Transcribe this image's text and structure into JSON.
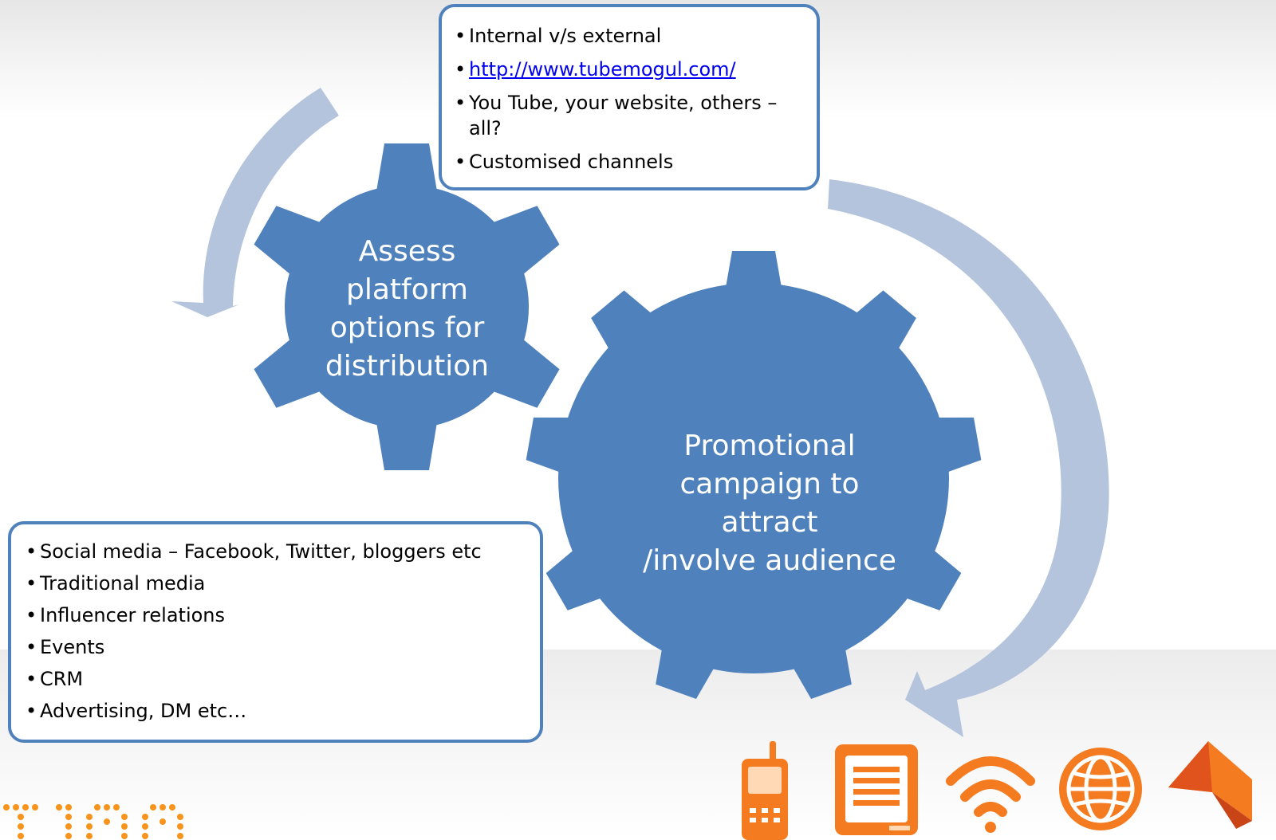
{
  "colors": {
    "gear": "#4f81bd",
    "arrow": "#b4c4dd",
    "callout_border": "#4f81bd",
    "icon_orange": "#f47b20",
    "logo_orange": "#f7941d"
  },
  "gears": {
    "small": {
      "lines": [
        "Assess",
        "platform",
        "options for",
        "distribution"
      ]
    },
    "large": {
      "lines": [
        "Promotional",
        "campaign to attract",
        "/involve audience"
      ]
    }
  },
  "callouts": {
    "top": {
      "items": [
        {
          "text": "Internal v/s external"
        },
        {
          "text": "http://www.tubemogul.com/",
          "link": true
        },
        {
          "text": "You Tube, your website, others – all?"
        },
        {
          "text": "Customised channels"
        }
      ]
    },
    "bottom": {
      "items": [
        {
          "text": "Social media – Facebook, Twitter, bloggers etc"
        },
        {
          "text": "Traditional media"
        },
        {
          "text": "Influencer relations"
        },
        {
          "text": "Events"
        },
        {
          "text": "CRM"
        },
        {
          "text": "Advertising, DM etc…"
        }
      ]
    }
  },
  "logo": {
    "text": "T100"
  },
  "icons": [
    "mobile-phone-icon",
    "document-screen-icon",
    "wifi-icon",
    "globe-icon",
    "email-envelope-icon"
  ]
}
